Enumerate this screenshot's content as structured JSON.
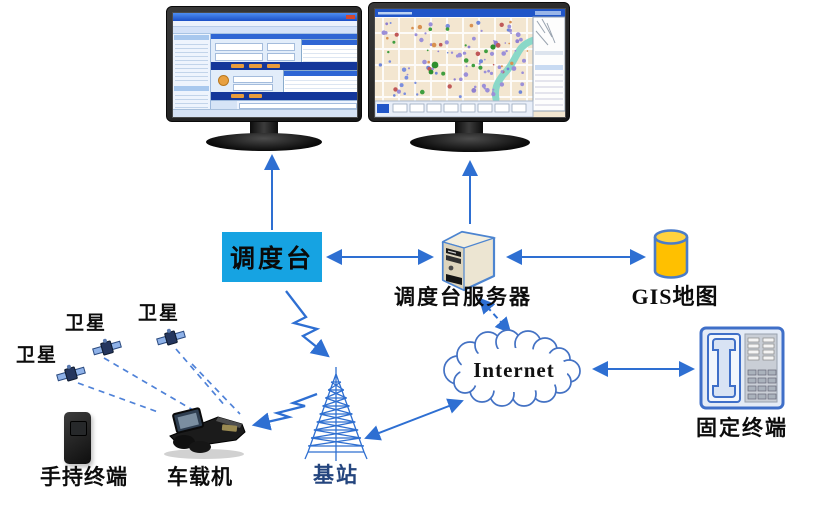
{
  "nodes": {
    "dispatcher": {
      "label": "调度台"
    },
    "server": {
      "label": "调度台服务器"
    },
    "gis_map": {
      "label": "GIS地图"
    },
    "internet": {
      "label": "Internet"
    },
    "fixed_terminal": {
      "label": "固定终端"
    },
    "handheld_terminal": {
      "label": "手持终端"
    },
    "vehicle_unit": {
      "label": "车载机"
    },
    "base_station": {
      "label": "基站"
    },
    "satellites": [
      {
        "label": "卫星"
      },
      {
        "label": "卫星"
      },
      {
        "label": "卫星"
      }
    ]
  },
  "colors": {
    "connector_blue": "#2e6fd2",
    "dispatcher_box_fill": "#16a3e2",
    "gis_cylinder_fill": "#ffc000",
    "cloud_outline": "#4472c4",
    "tower_blue": "#2f6fd0",
    "base_station_label": "#24457e"
  }
}
